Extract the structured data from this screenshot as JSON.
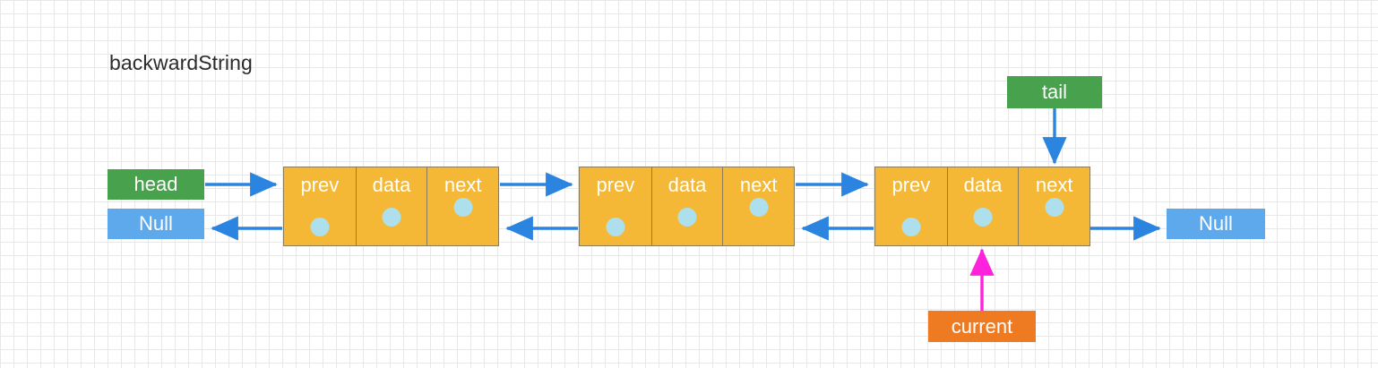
{
  "diagram": {
    "title": "backwardString",
    "type": "doubly-linked-list",
    "background": "grid",
    "colors": {
      "node_fill": "#f5b836",
      "node_border": "#8c7b5a",
      "dot": "#ade0ec",
      "arrow_blue": "#2a84e0",
      "label_green": "#48a14d",
      "label_blue": "#5ea9ec",
      "label_orange": "#ee7b22",
      "arrow_magenta": "#ff22dd",
      "text_dark": "#2b2b2b",
      "text_light": "#ffffff"
    }
  },
  "nodes": [
    {
      "id": "node-1",
      "cells": [
        {
          "name": "prev",
          "label": "prev",
          "dot": true,
          "dot_position": "low"
        },
        {
          "name": "data",
          "label": "data",
          "dot": true,
          "dot_position": "mid"
        },
        {
          "name": "next",
          "label": "next",
          "dot": true,
          "dot_position": "high"
        }
      ]
    },
    {
      "id": "node-2",
      "cells": [
        {
          "name": "prev",
          "label": "prev",
          "dot": true,
          "dot_position": "low"
        },
        {
          "name": "data",
          "label": "data",
          "dot": true,
          "dot_position": "mid"
        },
        {
          "name": "next",
          "label": "next",
          "dot": true,
          "dot_position": "high"
        }
      ]
    },
    {
      "id": "node-3",
      "cells": [
        {
          "name": "prev",
          "label": "prev",
          "dot": true,
          "dot_position": "low"
        },
        {
          "name": "data",
          "label": "data",
          "dot": true,
          "dot_position": "mid"
        },
        {
          "name": "next",
          "label": "next",
          "dot": true,
          "dot_position": "high"
        }
      ]
    }
  ],
  "labels": {
    "head": "head",
    "null_left": "Null",
    "tail": "tail",
    "null_right": "Null",
    "current": "current"
  },
  "arrows": [
    {
      "name": "head-to-node1",
      "from": "head",
      "to": "node-1",
      "direction": "right",
      "color": "#2a84e0"
    },
    {
      "name": "node1-prev-to-null",
      "from": "node-1-prev",
      "to": "null_left",
      "direction": "left",
      "color": "#2a84e0"
    },
    {
      "name": "node1-next-to-node2",
      "from": "node-1-next",
      "to": "node-2",
      "direction": "right",
      "color": "#2a84e0"
    },
    {
      "name": "node2-prev-to-node1",
      "from": "node-2-prev",
      "to": "node-1",
      "direction": "left",
      "color": "#2a84e0"
    },
    {
      "name": "node2-next-to-node3",
      "from": "node-2-next",
      "to": "node-3",
      "direction": "right",
      "color": "#2a84e0"
    },
    {
      "name": "node3-prev-to-node2",
      "from": "node-3-prev",
      "to": "node-2",
      "direction": "left",
      "color": "#2a84e0"
    },
    {
      "name": "node3-next-to-null",
      "from": "node-3-next",
      "to": "null_right",
      "direction": "right",
      "color": "#2a84e0"
    },
    {
      "name": "tail-to-node3-next",
      "from": "tail",
      "to": "node-3-next",
      "direction": "down",
      "color": "#2a84e0"
    },
    {
      "name": "current-to-node3-data",
      "from": "current",
      "to": "node-3-data",
      "direction": "up",
      "color": "#ff22dd"
    }
  ]
}
